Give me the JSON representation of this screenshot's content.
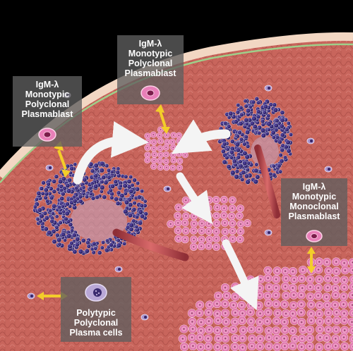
{
  "labels": {
    "left": {
      "line1": "IgM-λ",
      "line2": "Monotypic",
      "line3": "Polyclonal",
      "line4": "Plasmablast"
    },
    "top": {
      "line1": "IgM-λ",
      "line2": "Monotypic",
      "line3": "Polyclonal",
      "line4": "Plasmablast"
    },
    "right": {
      "line1": "IgM-λ",
      "line2": "Monotypic",
      "line3": "Monoclonal",
      "line4": "Plasmablast"
    },
    "bottom": {
      "line1": "Polytypic",
      "line2": "Polyclonal",
      "line3": "Plasma cells"
    }
  },
  "colors": {
    "background": "#000000",
    "tissue": "#c8655c",
    "capsule": "#f2d7c3",
    "capsule_line": "#9fcf8a",
    "lymphocyte": "#2c1f6b",
    "plasmablast": "#e87fb8",
    "arrow_yellow": "#f3cd2a",
    "arrow_white": "#f4f4f4",
    "label_bg": "#5f5f5f"
  },
  "icons": [
    "plasmablast-icon",
    "plasma-cell-icon",
    "lymphoid-follicle",
    "plasmablast-cluster",
    "monoclonal-expansion"
  ]
}
